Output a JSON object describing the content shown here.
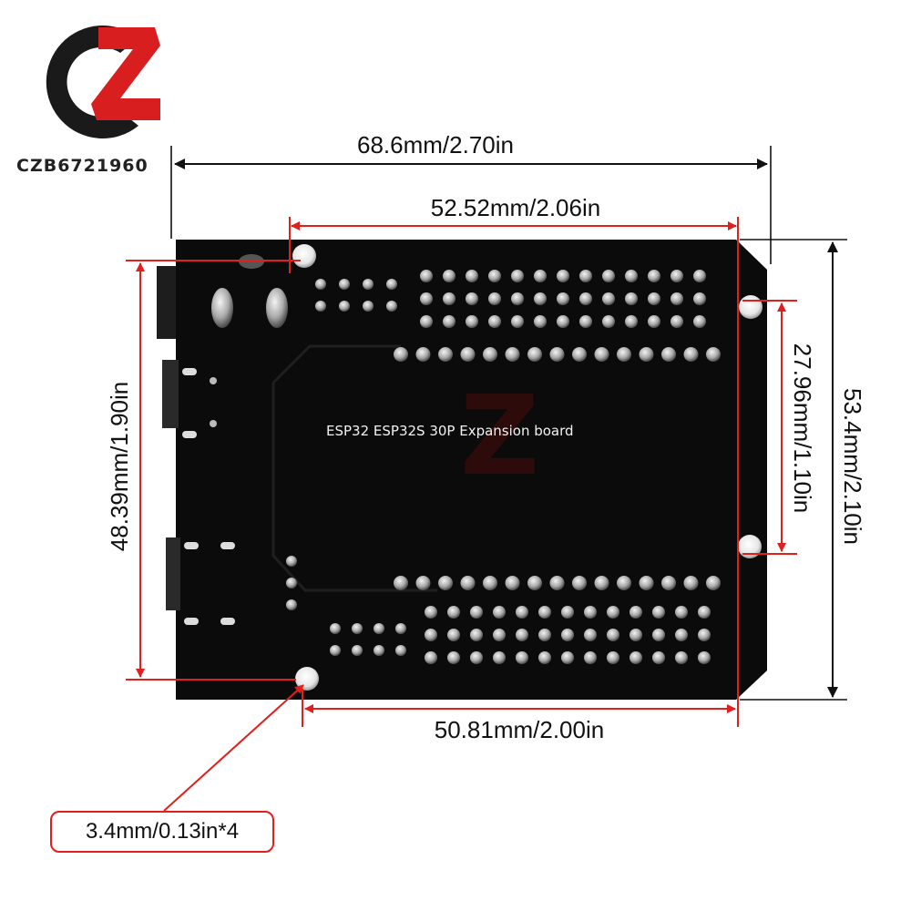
{
  "logo": {
    "text": "CZB6721960",
    "brand_color": "#d81e1e",
    "dark_color": "#1a1a1a"
  },
  "board": {
    "label": "ESP32 ESP32S 30P Expansion board",
    "color": "#0b0b0b"
  },
  "dimensions": {
    "overall_width": "68.6mm/2.70in",
    "top_hole_spacing": "52.52mm/2.06in",
    "bottom_hole_spacing": "50.81mm/2.00in",
    "left_hole_spacing": "48.39mm/1.90in",
    "right_hole_spacing": "27.96mm/1.10in",
    "overall_height": "53.4mm/2.10in",
    "hole_diameter": "3.4mm/0.13in*4"
  },
  "colors": {
    "accent_red": "#e0201c",
    "dimension_black": "#111111"
  }
}
